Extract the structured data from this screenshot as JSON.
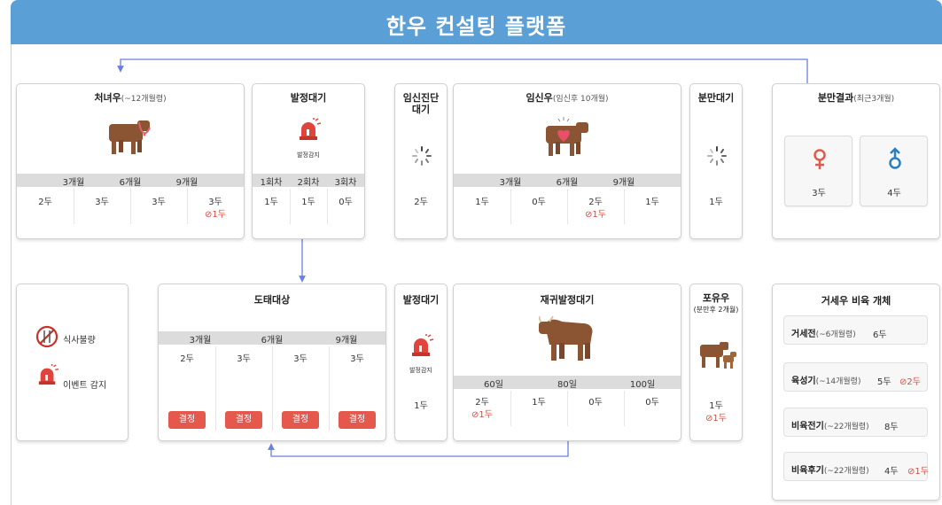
{
  "header": {
    "title": "한우 컨설팅 플랫폼"
  },
  "heifer": {
    "title": "처녀우",
    "sub": "(~12개월령)",
    "months": [
      "3개월",
      "6개월",
      "9개월"
    ],
    "counts": [
      "2두",
      "3두",
      "3두",
      "3두"
    ],
    "warn": "⊘1두"
  },
  "estrus_wait_top": {
    "title": "발정대기",
    "detect_label": "발정감지",
    "rounds": [
      "1회차",
      "2회차",
      "3회차"
    ],
    "counts": [
      "1두",
      "1두",
      "0두"
    ]
  },
  "preg_diag": {
    "title_line1": "임신진단",
    "title_line2": "대기",
    "count": "2두"
  },
  "pregnant": {
    "title": "임신우",
    "sub": "(임신후 10개월)",
    "months": [
      "3개월",
      "6개월",
      "9개월"
    ],
    "counts": [
      "1두",
      "0두",
      "2두",
      "1두"
    ],
    "warn": "⊘1두"
  },
  "calving_wait": {
    "title": "분만대기",
    "count": "1두"
  },
  "calving_result": {
    "title": "분만결과",
    "sub": "(최근3개월)",
    "female_count": "3두",
    "male_count": "4두",
    "female_color": "#e5594c",
    "male_color": "#2a7fc1"
  },
  "legend": {
    "feed_label": "식사불량",
    "event_label": "이벤트 감지"
  },
  "cull": {
    "title": "도태대상",
    "months": [
      "3개월",
      "6개월",
      "9개월"
    ],
    "counts": [
      "2두",
      "3두",
      "3두",
      "3두"
    ],
    "button_label": "결정"
  },
  "estrus_wait_bottom": {
    "title": "발정대기",
    "detect_label": "발정감지",
    "count": "1두"
  },
  "re_estrus": {
    "title": "재귀발정대기",
    "days": [
      "60일",
      "80일",
      "100일"
    ],
    "counts": [
      "2두",
      "1두",
      "0두",
      "0두"
    ],
    "warn": "⊘1두"
  },
  "nursing": {
    "title": "포유우",
    "sub": "(분만후 2개월)",
    "count": "1두",
    "warn": "⊘1두"
  },
  "steer": {
    "title": "거세우 비육 개체",
    "rows": [
      {
        "label": "거세전",
        "sub": "(~6개월령)",
        "count": "6두",
        "warn": ""
      },
      {
        "label": "육성기",
        "sub": "(~14개월령)",
        "count": "5두",
        "warn": "⊘2두"
      },
      {
        "label": "비육전기",
        "sub": "(~22개월령)",
        "count": "8두",
        "warn": ""
      },
      {
        "label": "비육후기",
        "sub": "(~22개월령)",
        "count": "4두",
        "warn": "⊘1두"
      }
    ]
  },
  "colors": {
    "header": "#5aa0d6",
    "arrow": "#6a7fe0",
    "alert": "#e0443c",
    "cow": "#8b5432"
  }
}
